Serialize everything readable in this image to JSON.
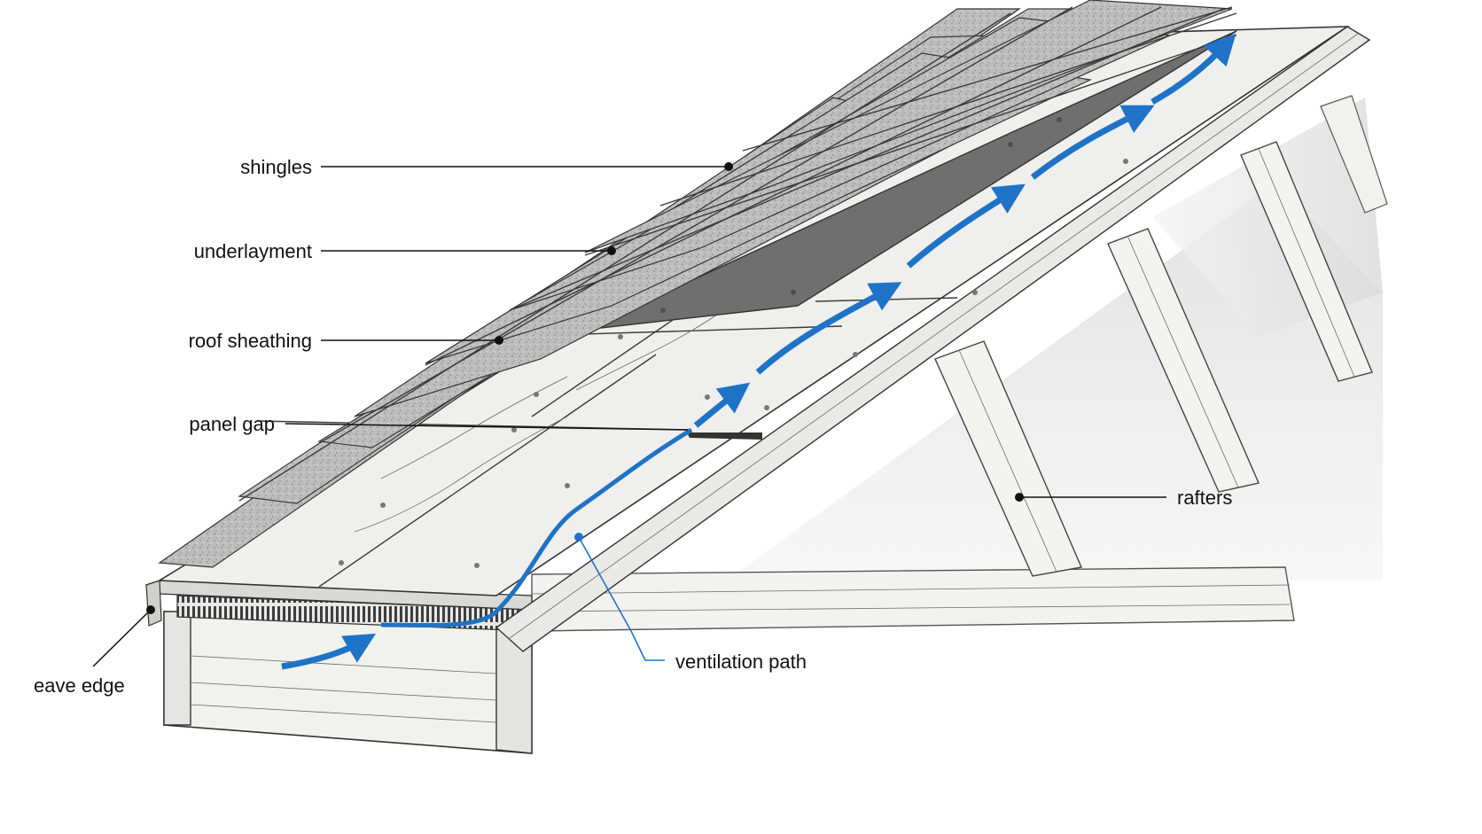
{
  "labels": {
    "shingles": "shingles",
    "underlayment": "underlayment",
    "roof_sheathing": "roof sheathing",
    "panel_gap": "panel gap",
    "rafters": "rafters",
    "ventilation_path": "ventilation path",
    "eave_edge": "eave edge"
  },
  "colors": {
    "airflow": "#1f73c6",
    "ink": "#111111",
    "shingle": "#b9b9b9",
    "underlayment": "#6f6f6f",
    "sheathing": "#efefed"
  }
}
